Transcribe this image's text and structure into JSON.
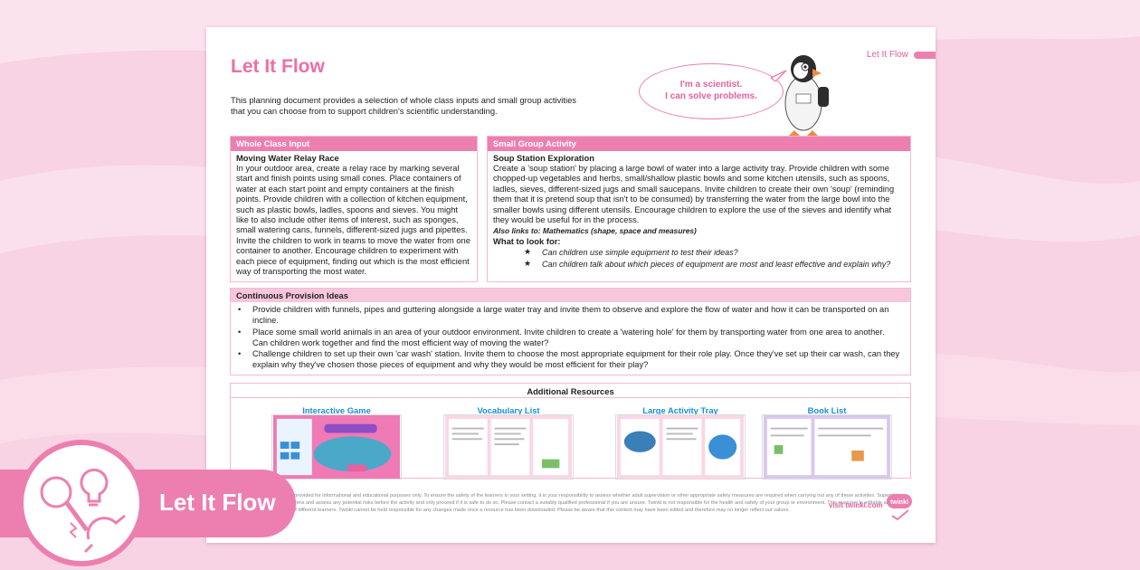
{
  "colors": {
    "accent": "#ec7fb0",
    "title": "#ec6fa8",
    "link": "#1a8fd6",
    "background": "#f8d3e4"
  },
  "corner_label": "Let It Flow",
  "title": "Let It Flow",
  "intro": "This planning document provides a selection of whole class inputs and small group activities that you can choose from to support children's scientific understanding.",
  "speech_bubble": {
    "line1": "I'm a scientist.",
    "line2": "I can solve problems."
  },
  "whole_class": {
    "heading": "Whole Class Input",
    "subheading": "Moving Water Relay Race",
    "body": "In your outdoor area, create a relay race by marking several start and finish points using small cones. Place containers of water at each start point and empty containers at the finish points. Provide children with a collection of kitchen equipment, such as plastic bowls, ladles, spoons and sieves. You might like to also include other items of interest, such as sponges, small watering cans, funnels, different-sized jugs and pipettes. Invite the children to work in teams to move the water from one container to another. Encourage children to experiment with each piece of equipment, finding out which is the most efficient way of transporting the most water."
  },
  "small_group": {
    "heading": "Small Group Activity",
    "subheading": "Soup Station Exploration",
    "body": "Create a 'soup station' by placing a large bowl of water into a large activity tray. Provide children with some chopped-up vegetables and herbs, small/shallow plastic bowls and some kitchen utensils, such as spoons, ladles, sieves, different-sized jugs and small saucepans. Invite children to create their own 'soup' (reminding them that it is pretend soup that isn't to be consumed) by transferring the water from the large bowl into the smaller bowls using different utensils. Encourage children to explore the use of the sieves and identify what they would be useful for in the process.",
    "also_links": "Also links to: Mathematics (shape, space and measures)",
    "what_to_look_for": "What to look for:",
    "questions": [
      "Can children use simple equipment to test their ideas?",
      "Can children talk about which pieces of equipment are most and least effective and explain why?"
    ]
  },
  "continuous": {
    "heading": "Continuous Provision Ideas",
    "items": [
      "Provide children with funnels, pipes and guttering alongside a large water tray and invite them to observe and explore the flow of water and how it can be transported on an incline.",
      "Place some small world animals in an area of your outdoor environment. Invite children to create a 'watering hole' for them by transporting water from one area to another. Can children work together and find the most efficient way of moving the water?",
      "Challenge children to set up their own 'car wash' station. Invite them to choose the most appropriate equipment for their role play. Once they've set up their car wash, can they explain why they've chosen those pieces of equipment and why they would be most efficient for their play?"
    ]
  },
  "resources": {
    "heading": "Additional Resources",
    "items": [
      {
        "label": "Interactive Game"
      },
      {
        "label": "Vocabulary List"
      },
      {
        "label": "Large Activity Tray"
      },
      {
        "label": "Book List"
      }
    ]
  },
  "footer": {
    "disclaimer": "Disclaimer: This resource is provided for informational and educational purposes only. To ensure the safety of the learners in your setting, it is your responsibility to assess whether adult supervision or other appropriate safety measures are required when carrying out any of these activities. Supervising adults should check for allergens and assess any potential risks before the activity and only proceed if it is safe to do so. Please contact a suitably qualified professional if you are unsure. Twinkl is not responsible for the health and safety of your group or environment. This resource is editable and can be adapted to meet the needs of different learners. Twinkl cannot be held responsible for any changes made once a resource has been downloaded. Please be aware that this content may have been edited and therefore may no longer reflect our values.",
    "visit": "visit twinkl.com",
    "logo_text": "twinkl"
  },
  "banner": {
    "title": "Let It Flow",
    "icons": [
      "magnifying-glass-icon",
      "lightbulb-icon",
      "magnet-icon"
    ]
  }
}
